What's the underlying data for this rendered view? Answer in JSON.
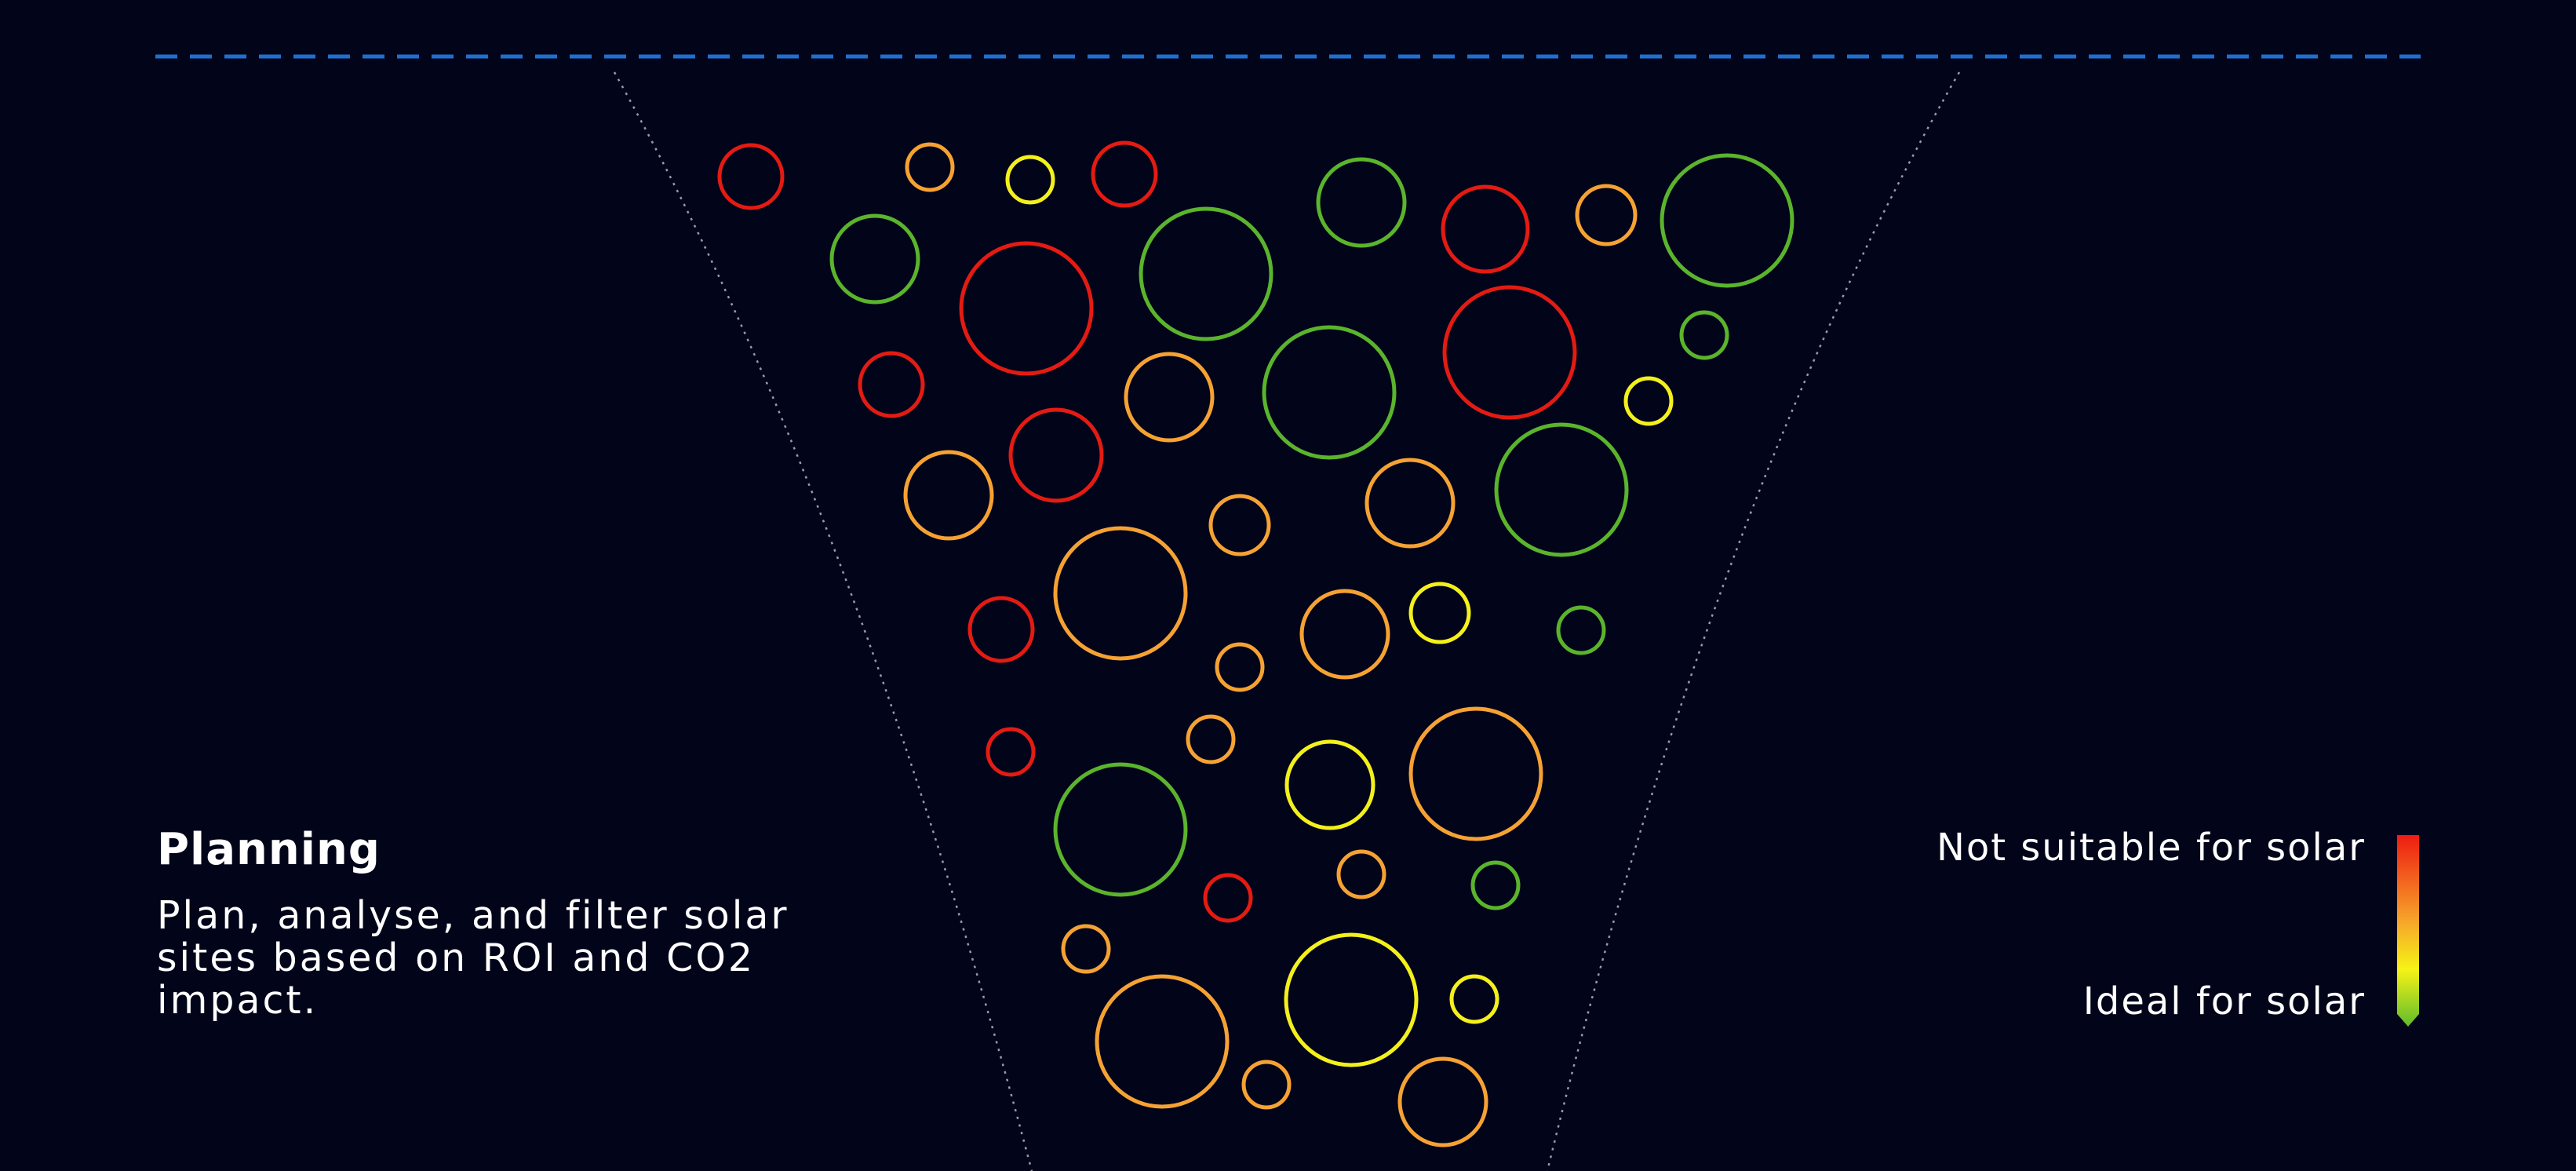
{
  "section": {
    "title": "Planning",
    "description": "Plan, analyse, and filter solar sites based on ROI and CO2 impact."
  },
  "legend": {
    "top_label": "Not suitable for solar",
    "bottom_label": "Ideal for solar",
    "gradient_colors": [
      "#ee1c12",
      "#f6a52a",
      "#f6f316",
      "#5fbc2c"
    ]
  },
  "colors": {
    "background": "#02041a",
    "dashed_line": "#1f6fd1",
    "funnel_line": "#c8c8c8",
    "not_suitable": "#e41b12",
    "poor": "#f6a233",
    "fair": "#f4f01c",
    "ideal": "#5ab42c"
  },
  "chart_data": {
    "type": "scatter",
    "x": [],
    "series": [
      {
        "category": "not_suitable",
        "values": []
      },
      {
        "category": "poor",
        "values": []
      },
      {
        "category": "fair",
        "values": []
      },
      {
        "category": "ideal",
        "values": []
      }
    ],
    "legend": "right",
    "grid": false
  }
}
